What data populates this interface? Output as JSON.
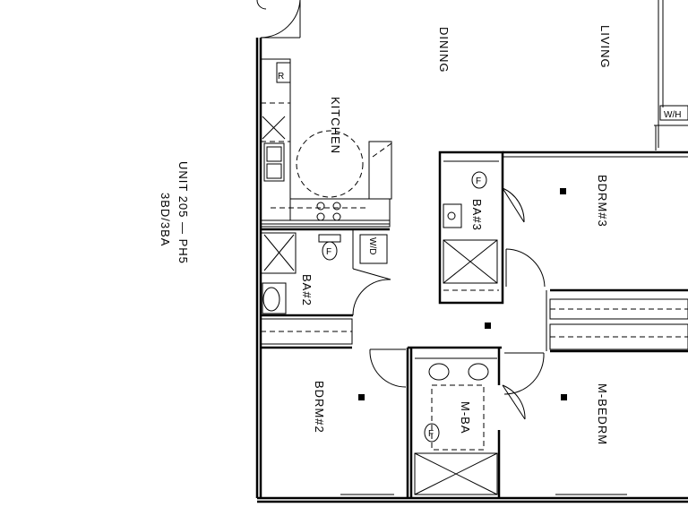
{
  "unit": {
    "title": "UNIT 205 — PH5",
    "subtitle": "3BD/3BA"
  },
  "rooms": {
    "dining": "DINING",
    "living": "LIVING",
    "kitchen": "KITCHEN",
    "bdrm3": "BDRM#3",
    "ba3": "BA#3",
    "ba2": "BA#2",
    "bdrm2": "BDRM#2",
    "mba": "M-BA",
    "mbedrm": "M-BEDRM"
  },
  "fixtures": {
    "refrigerator": "R",
    "washer_dryer": "W/D",
    "water_heater": "W/H",
    "toilet_ba2": "F",
    "toilet_ba3": "F",
    "toilet_mba": "F"
  }
}
